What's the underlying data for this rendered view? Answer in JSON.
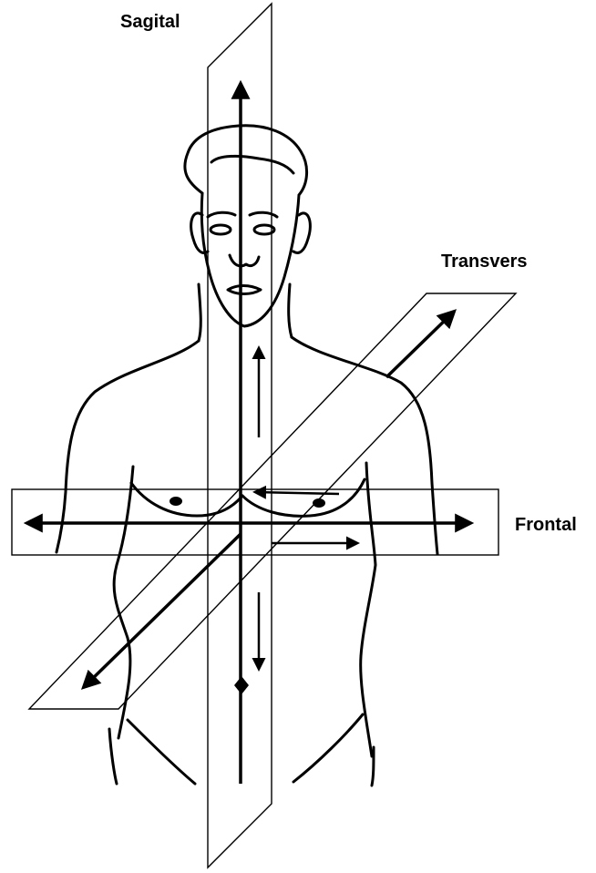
{
  "labels": {
    "sagital": "Sagital",
    "transvers": "Transvers",
    "frontal": "Frontal"
  },
  "colors": {
    "ink": "#000000",
    "background": "#ffffff"
  }
}
